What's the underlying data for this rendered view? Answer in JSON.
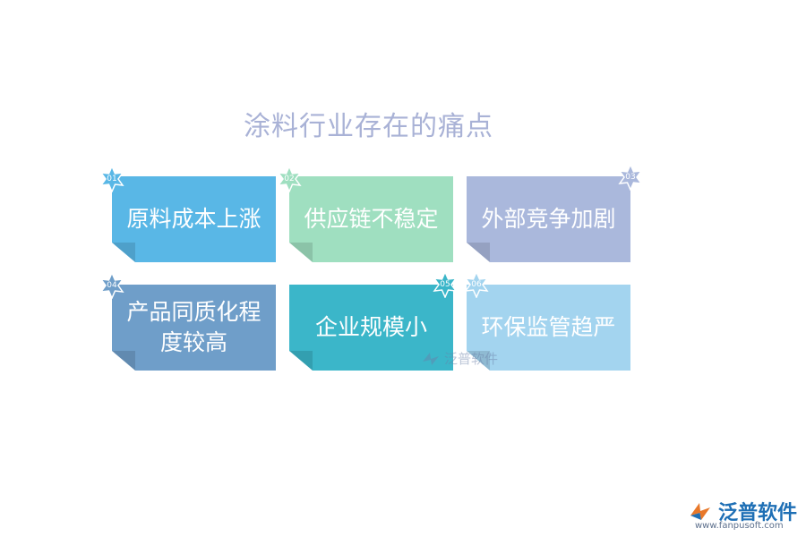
{
  "title": "涂料行业存在的痛点",
  "cards": [
    {
      "num": "01",
      "text": "原料成本上涨",
      "color": "#59b7e6"
    },
    {
      "num": "02",
      "text": "供应链不稳定",
      "color": "#9fdfc0"
    },
    {
      "num": "03",
      "text": "外部竞争加剧",
      "color": "#aab8dc"
    },
    {
      "num": "04",
      "text": "产品同质化程度较高",
      "color": "#6f9ec9"
    },
    {
      "num": "05",
      "text": "企业规模小",
      "color": "#3bb6c9"
    },
    {
      "num": "06",
      "text": "环保监管趋严",
      "color": "#a3d4ef"
    }
  ],
  "watermark": "泛普软件",
  "logo": {
    "name": "泛普软件",
    "url": "www.fanpusoft.com"
  }
}
